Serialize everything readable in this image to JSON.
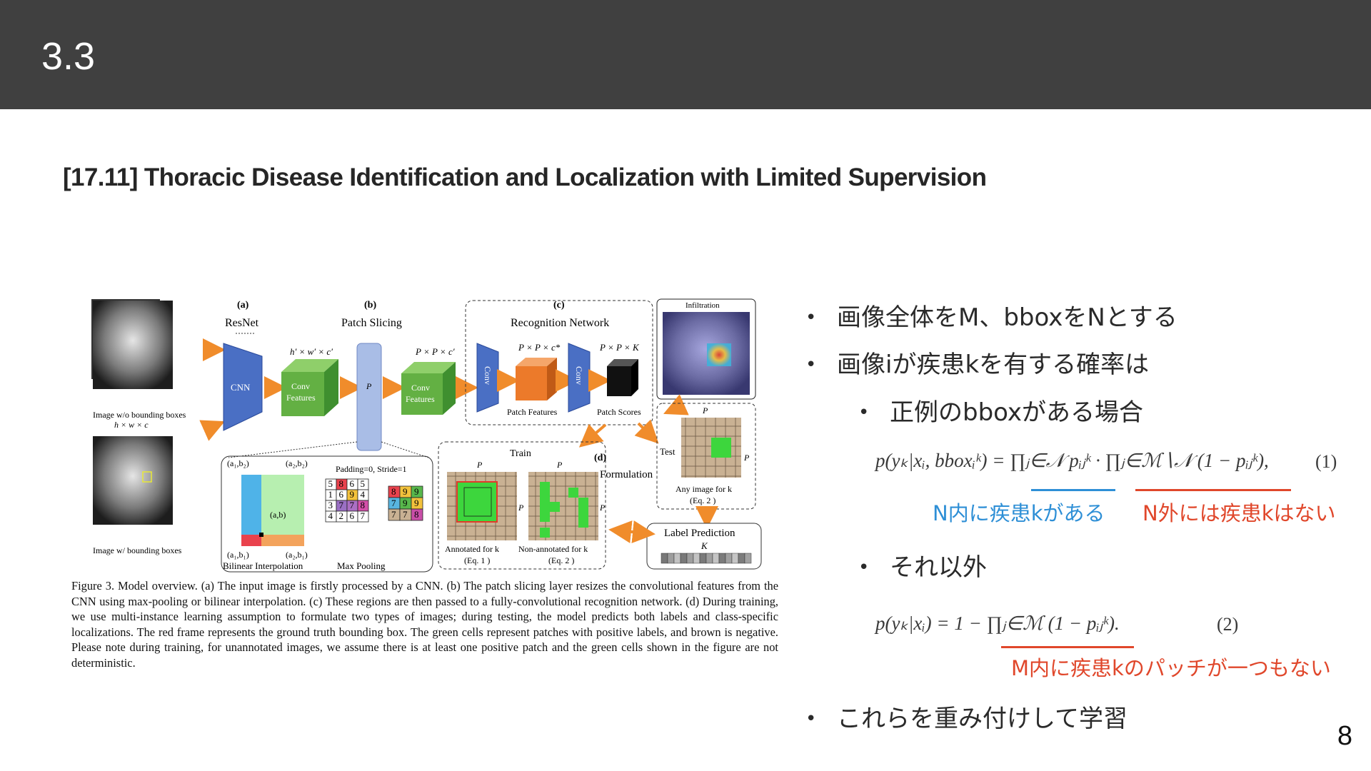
{
  "slide": {
    "section_title": "3.3",
    "paper_title": "[17.11] Thoracic Disease Identification and Localization with Limited Supervision",
    "page_number": "8"
  },
  "figure": {
    "panel_a": "(a)",
    "panel_b": "(b)",
    "panel_c": "(c)",
    "panel_d": "(d)",
    "resnet": "ResNet",
    "cnn": "CNN",
    "patch_slicing": "Patch Slicing",
    "recognition_network": "Recognition Network",
    "dims_hwc1": "h′ × w′ × c′",
    "dims_ppc1": "P × P × c′",
    "dims_ppc2": "P × P × c*",
    "dims_ppk": "P × P × K",
    "conv_features": "Conv",
    "conv_features_2": "Features",
    "p": "P",
    "conv": "Conv",
    "patch_features": "Patch Features",
    "patch_scores": "Patch Scores",
    "infiltration": "Infiltration",
    "image_wo": "Image w/o bounding boxes",
    "hwc": "h × w × c",
    "image_w": "Image w/ bounding boxes",
    "a1b2": "(a₁,b₂)",
    "a2b2": "(a₂,b₂)",
    "ab": "(a,b)",
    "a1b1": "(a₁,b₁)",
    "a2b1": "(a₂,b₁)",
    "bilinear": "Bilinear Interpolation",
    "max_pooling": "Max Pooling",
    "padding": "Padding=0, Stride=1",
    "train": "Train",
    "test": "Test",
    "formulation": "Formulation",
    "annotated": "Annotated for k",
    "eq1": "(Eq. 1 )",
    "non_annotated": "Non-annotated for k",
    "eq2": "(Eq. 2 )",
    "any_image": "Any image for k",
    "label_prediction": "Label Prediction",
    "k": "K",
    "grid_left": [
      "5",
      "8",
      "6",
      "5",
      "1",
      "6",
      "9",
      "4",
      "3",
      "7",
      "7",
      "8",
      "4",
      "2",
      "6",
      "7"
    ],
    "grid_right": [
      "8",
      "9",
      "9",
      "7",
      "9",
      "9",
      "7",
      "7",
      "8"
    ]
  },
  "caption": "Figure 3. Model overview. (a) The input image is firstly processed by a CNN. (b) The patch slicing layer resizes the convolutional features from the CNN using max-pooling or bilinear interpolation. (c) These regions are then passed to a fully-convolutional recognition network. (d) During training, we use multi-instance learning assumption to formulate two types of images; during testing, the model predicts both labels and class-specific localizations. The red frame represents the ground truth bounding box. The green cells represent patches with positive labels, and brown is negative. Please note during training, for unannotated images, we assume there is at least one positive patch and the green cells shown in the figure are not deterministic.",
  "bullets": {
    "b1": "画像全体をM、bboxをNとする",
    "b2": "画像iが疾患kを有する確率は",
    "b2a": "正例のbboxがある場合",
    "b2b": "それ以外",
    "b3": "これらを重み付けして学習",
    "dot": "•"
  },
  "equations": {
    "eq1": "p(yₖ|xᵢ, bboxᵢᵏ) = ∏ⱼ∈𝒩 pᵢⱼᵏ · ∏ⱼ∈ℳ∖𝒩 (1 − pᵢⱼᵏ),",
    "eq1_num": "(1)",
    "eq2": "p(yₖ|xᵢ) = 1 − ∏ⱼ∈ℳ (1 − pᵢⱼᵏ).",
    "eq2_num": "(2)"
  },
  "annotations": {
    "inside_n": "N内に疾患kがある",
    "outside_n": "N外には疾患kはない",
    "none_in_m": "M内に疾患kのパッチが一つもない",
    "blue": "#2e8fd6",
    "red": "#e0472b"
  }
}
